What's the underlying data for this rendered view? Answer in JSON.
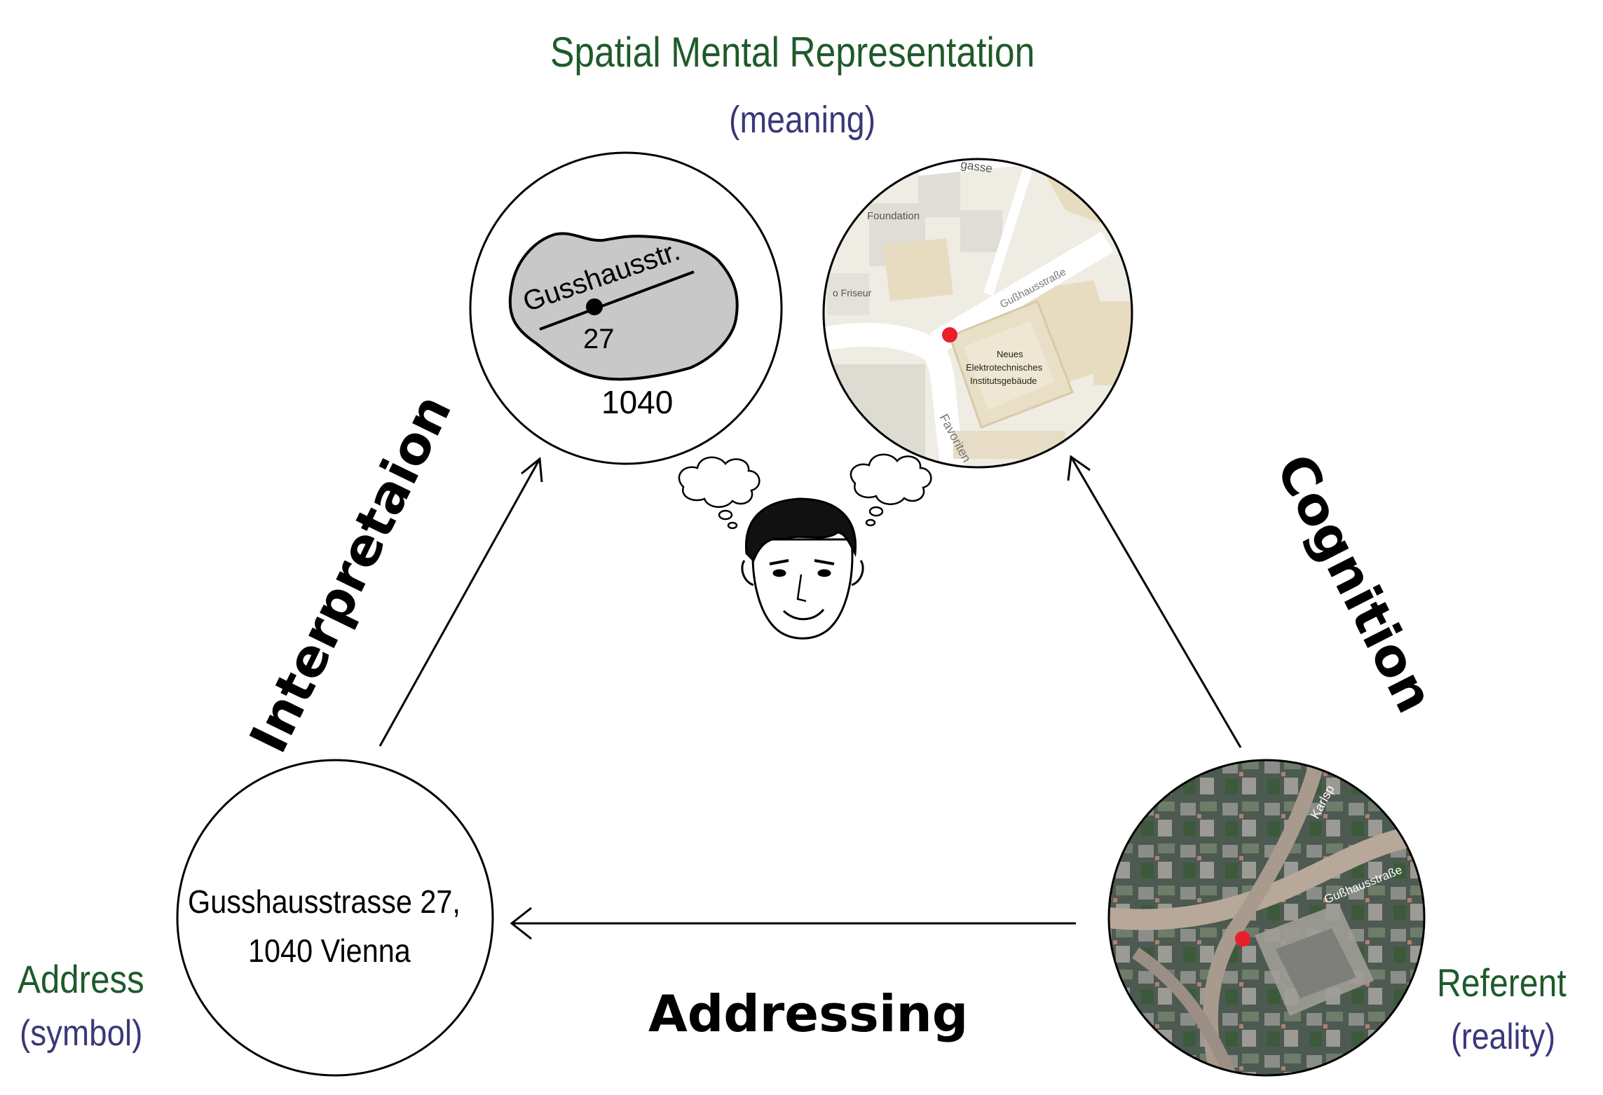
{
  "vertices": {
    "meaning": {
      "title": "Spatial Mental Representation",
      "subtitle": "(meaning)"
    },
    "symbol": {
      "title": "Address",
      "subtitle": "(symbol)"
    },
    "referent": {
      "title": "Referent",
      "subtitle": "(reality)"
    }
  },
  "processes": {
    "interpretation": "Interpretaion",
    "cognition": "Cognition",
    "addressing": "Addressing"
  },
  "mental_sketch": {
    "street": "Gusshausstr.",
    "number": "27",
    "postcode": "1040"
  },
  "address_text": {
    "line1": "Gusshausstrasse 27,",
    "line2": "1040 Vienna"
  },
  "street_map": {
    "labels": [
      "gasse",
      "Foundation",
      "Gußhausstraße",
      "o Friseur",
      "Neues",
      "Elektrotechnisches",
      "Institutsgebäude",
      "Favoriten"
    ]
  },
  "satellite": {
    "labels": [
      "Karlsp",
      "Gußhausstraße"
    ]
  },
  "colors": {
    "title_green": "#1f5a2b",
    "subtitle_purple": "#3a3878",
    "marker_red": "#e8202a",
    "sketch_fill": "#c8c8c8"
  }
}
